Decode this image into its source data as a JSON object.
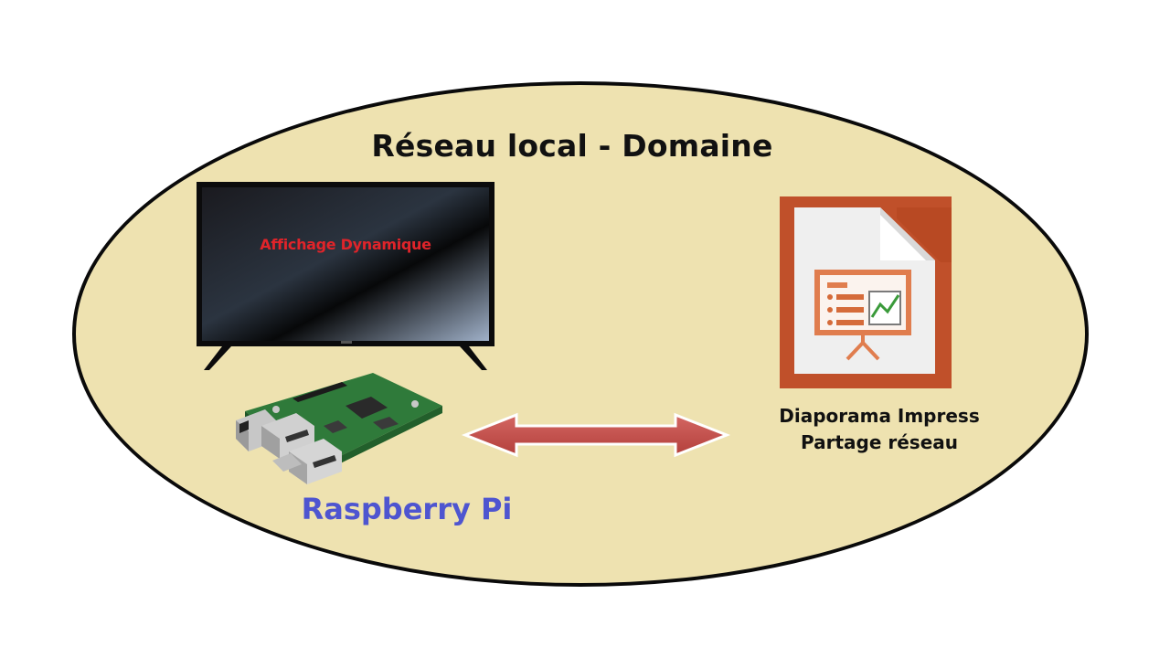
{
  "network": {
    "title": "Réseau local - Domaine"
  },
  "display": {
    "screen_label": "Affichage Dynamique",
    "icon": "tv-icon"
  },
  "device": {
    "label": "Raspberry Pi",
    "icon": "raspberry-pi-board-icon"
  },
  "connection": {
    "icon": "bidirectional-arrow-icon"
  },
  "share": {
    "line1": "Diaporama Impress",
    "line2": "Partage réseau",
    "icon": "libreoffice-impress-icon"
  },
  "colors": {
    "background_ellipse": "#eee2b0",
    "outline": "#0a0a0a",
    "screen_label": "#e0242a",
    "device_label": "#4e55d0",
    "arrow": "#c9504c",
    "impress_brand": "#c0502a"
  }
}
